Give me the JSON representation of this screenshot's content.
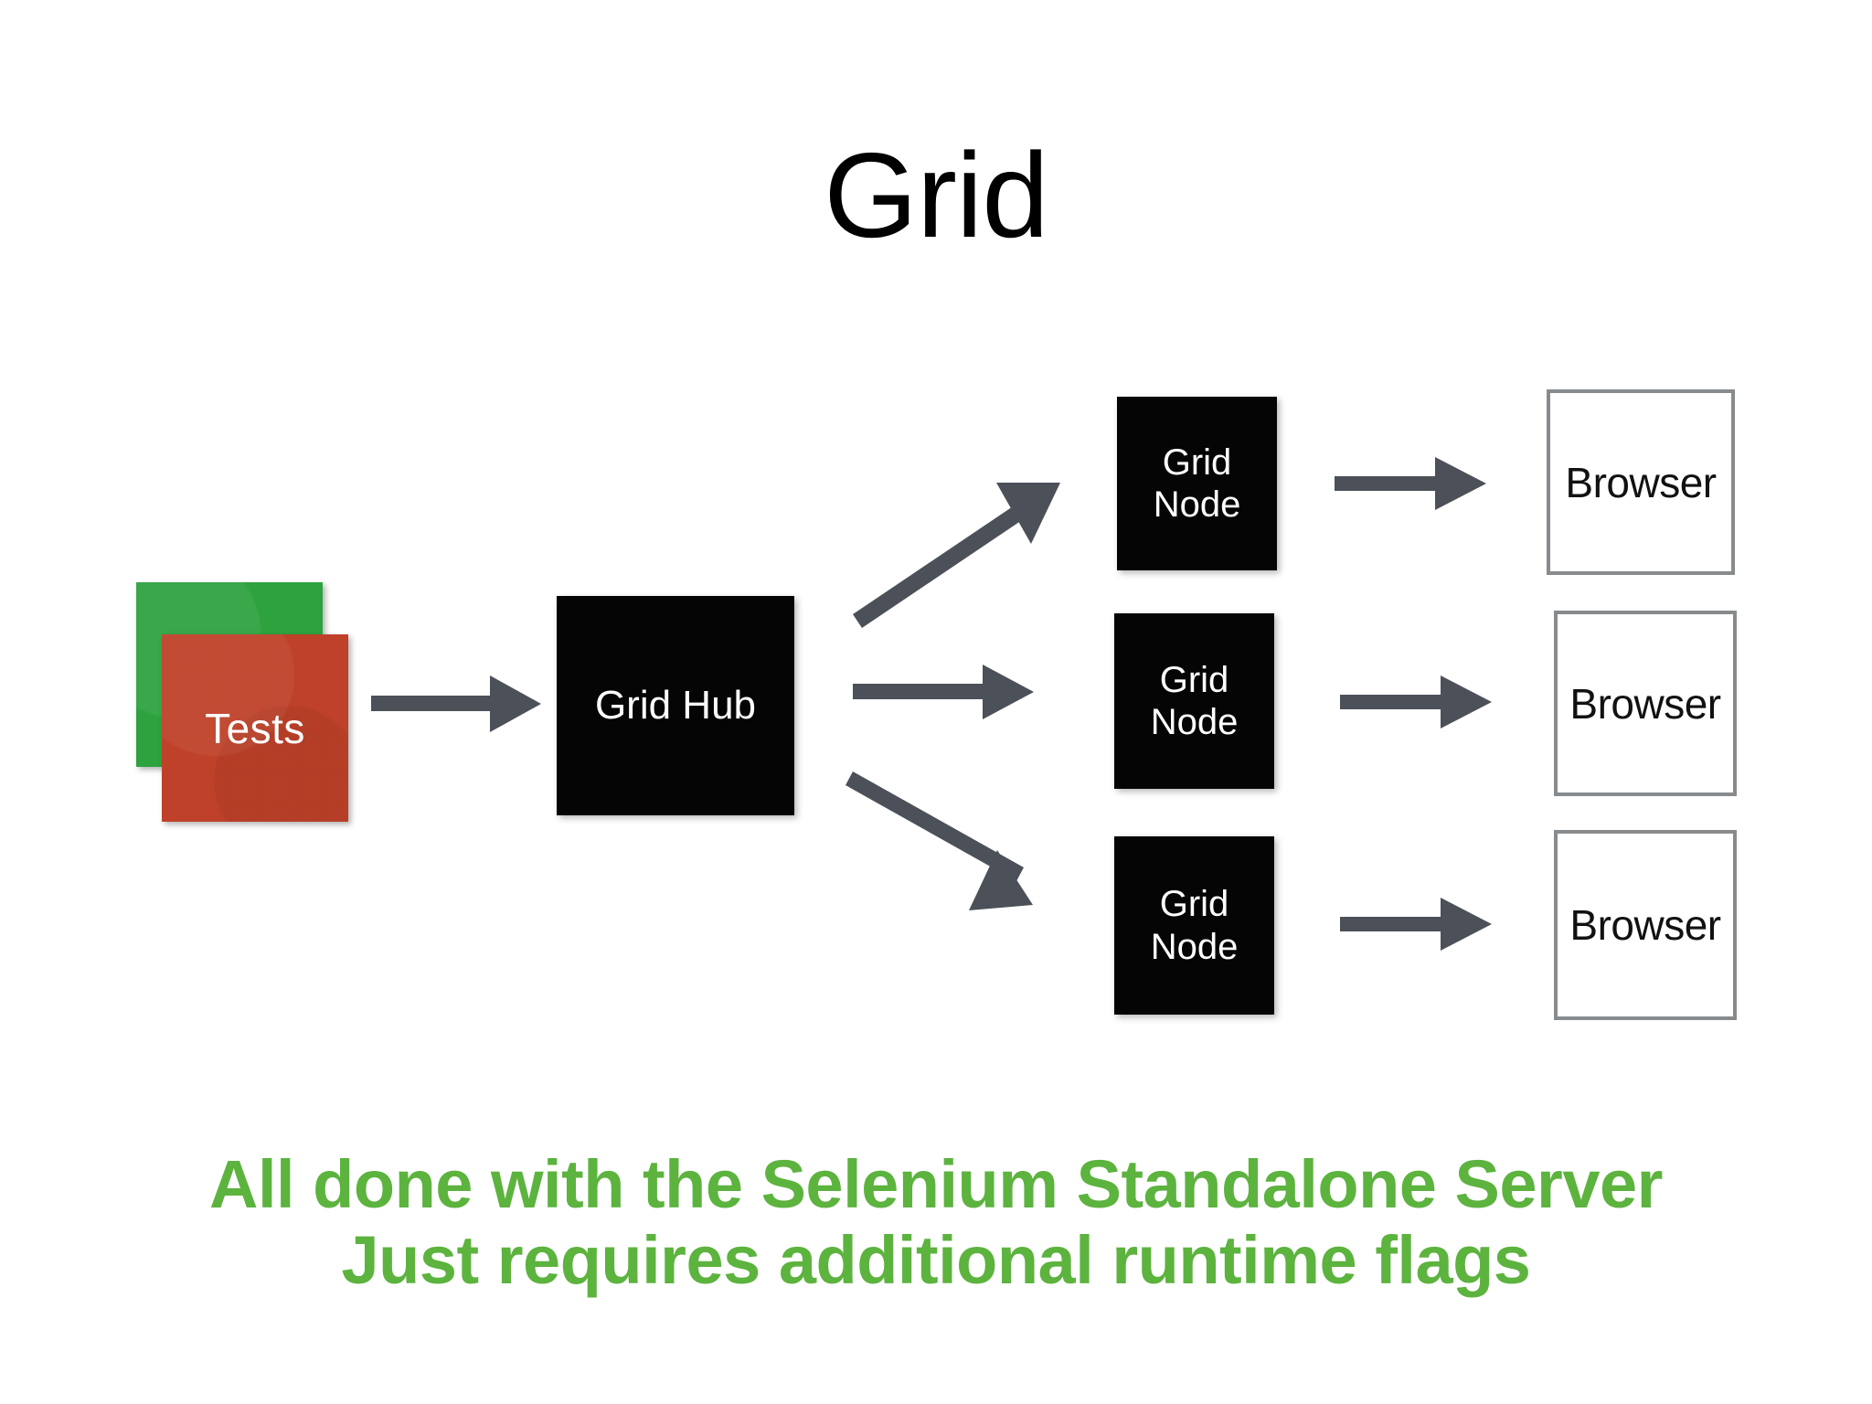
{
  "slide": {
    "title": "Grid",
    "background_color": "#ffffff"
  },
  "colors": {
    "accent_green": "#5cb33e",
    "card_green": "#2ea23f",
    "card_red": "#bf4129",
    "box_black": "#050505",
    "arrow_gray": "#4c5058",
    "browser_border_gray": "#888b8d",
    "title_black": "#000000"
  },
  "diagram": {
    "tests": {
      "back_card_label": "",
      "front_card_label": "Tests"
    },
    "hub": {
      "label": "Grid Hub"
    },
    "nodes": [
      {
        "label": "Grid\nNode"
      },
      {
        "label": "Grid\nNode"
      },
      {
        "label": "Grid\nNode"
      }
    ],
    "browsers": [
      {
        "label": "Browser"
      },
      {
        "label": "Browser"
      },
      {
        "label": "Browser"
      }
    ],
    "arrows": [
      {
        "name": "tests-to-hub",
        "direction": "right"
      },
      {
        "name": "hub-to-node-1",
        "direction": "up-right"
      },
      {
        "name": "hub-to-node-2",
        "direction": "right"
      },
      {
        "name": "hub-to-node-3",
        "direction": "down-right"
      },
      {
        "name": "node-1-to-browser-1",
        "direction": "right"
      },
      {
        "name": "node-2-to-browser-2",
        "direction": "right"
      },
      {
        "name": "node-3-to-browser-3",
        "direction": "right"
      }
    ]
  },
  "caption": {
    "line1": "All done with the Selenium Standalone Server",
    "line2": "Just requires additional runtime flags"
  }
}
